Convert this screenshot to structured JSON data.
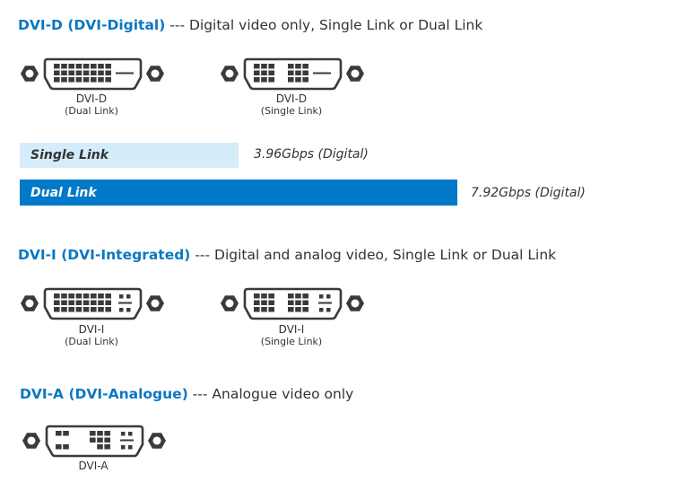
{
  "sections": [
    {
      "title": "DVI-D (DVI-Digital)",
      "desc": " --- Digital video only, Single Link or Dual Link",
      "connectors": [
        {
          "type": "d-dual",
          "name": "DVI-D",
          "sub": "(Dual Link)"
        },
        {
          "type": "d-single",
          "name": "DVI-D",
          "sub": "(Single Link)"
        }
      ]
    },
    {
      "title": "DVI-I (DVI-Integrated)",
      "desc": " --- Digital and analog video, Single Link or Dual Link",
      "connectors": [
        {
          "type": "i-dual",
          "name": "DVI-I",
          "sub": "(Dual Link)"
        },
        {
          "type": "i-single",
          "name": "DVI-I",
          "sub": "(Single Link)"
        }
      ]
    },
    {
      "title": "DVI-A (DVI-Analogue)",
      "desc": " --- Analogue video only",
      "connectors": [
        {
          "type": "a",
          "name": "DVI-A"
        }
      ]
    }
  ],
  "bandwidth": [
    {
      "label": "Single Link",
      "value": "3.96Gbps (Digital)",
      "gbps": 3.96,
      "color": "#d5edfb",
      "text_color": "#333333"
    },
    {
      "label": "Dual Link",
      "value": "7.92Gbps (Digital)",
      "gbps": 7.92,
      "color": "#0079c8",
      "text_color": "#ffffff"
    }
  ],
  "colors": {
    "accent": "#0a78c2",
    "icon": "#3a3a3a"
  }
}
